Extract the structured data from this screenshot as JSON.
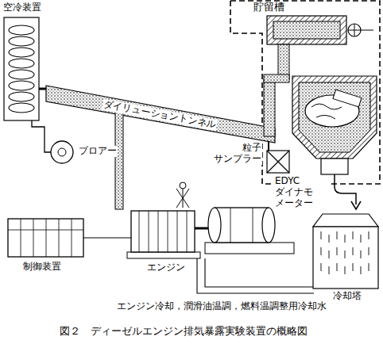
{
  "diagram": {
    "caption": "図２　ディーゼルエンジン排気暴露実験装置の概略図",
    "labels": [
      "貯留槽",
      "空冷装置",
      "ダイリューショントンネル",
      "粒子 サンプラー",
      "ブロアー",
      "EDYC ダイナモ メーター",
      "エンジン",
      "制御装置",
      "冷却塔",
      "エンジン冷却，潤滑油温調，燃料温調整用冷却水"
    ]
  }
}
